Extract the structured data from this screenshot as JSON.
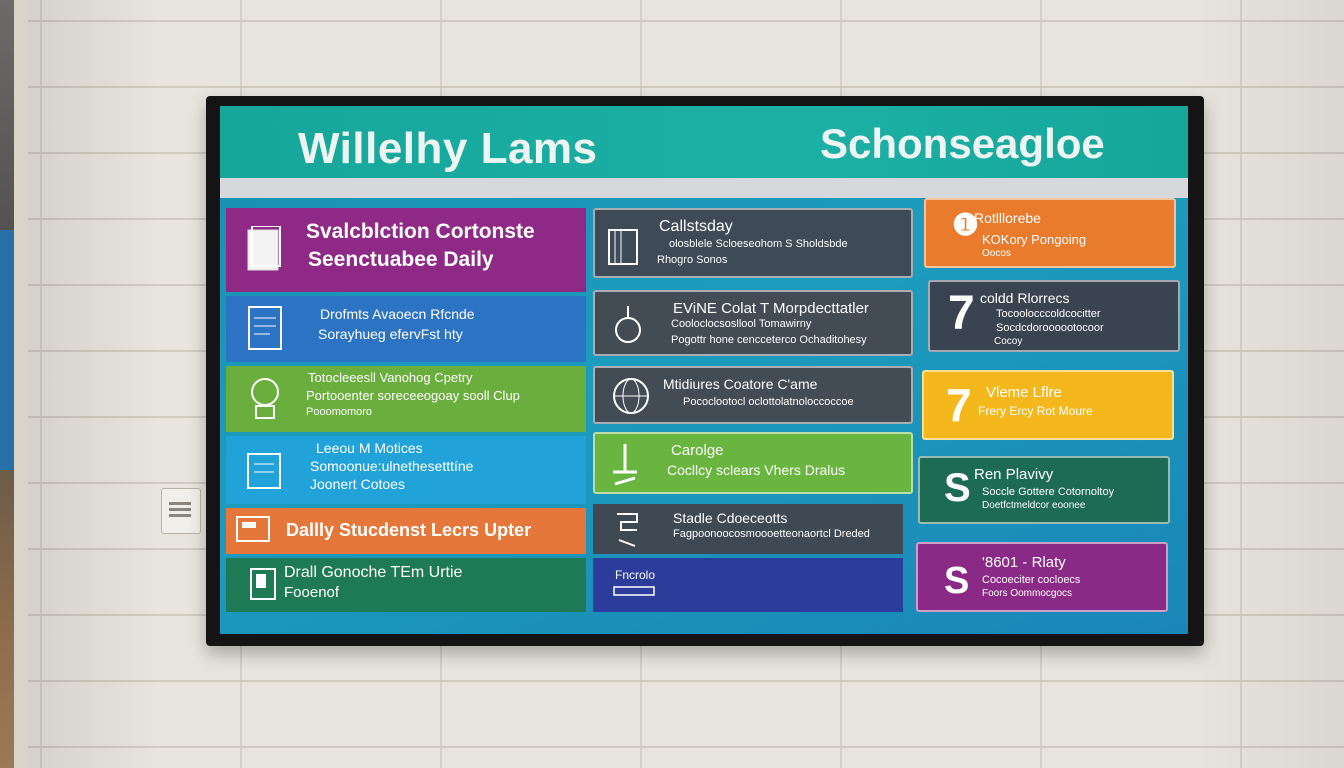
{
  "header": {
    "left_title": "Willelhy Lams",
    "right_title": "Schonseagloe"
  },
  "left_tiles": [
    {
      "line1": "Svalcblction Cortonste",
      "line2": "Seenctuabee Daily",
      "color": "#8e2a86"
    },
    {
      "line1": "Drofmts Avaoecn Rfcnde",
      "line2": "Sorayhueg efervFst hty",
      "color": "#2c73c4"
    },
    {
      "line1": "Totocleeesll Vanohog Cpetry",
      "line2": "Portooenter soreceeogoay sooll Clup",
      "line3": "Pooomomoro",
      "color": "#6aaf3d"
    },
    {
      "line1": "Leeou M Motices",
      "line2": "Somoonue:ulnethesetttíne",
      "line3": "Joonert Cotoes",
      "color": "#21a3d9"
    },
    {
      "line1": "Dallly Stucdenst Lecrs Upter",
      "color": "#e5773a"
    },
    {
      "line1": "Drall Gonoche TEm Urtie",
      "line2": "Fooenof",
      "color": "#1d7a55"
    }
  ],
  "mid_tiles": [
    {
      "line1": "Callstsday",
      "line2": "olosblele Scloeseohom S Sholdsbde",
      "line3": "Rhogro Sonos",
      "color": "#3e4a55"
    },
    {
      "line1": "EViNE Colat T Morpdecttatler",
      "line2": "Cooloclocsosllool Tomawirny",
      "line3": "Pogottr hone cencceterco Ochaditohesy",
      "color": "#434b55"
    },
    {
      "line1": "Mtidiures Coatore C'ame",
      "line2": "Pococlootocl oclottolatnoloccoccoe",
      "color": "#434b55"
    },
    {
      "line1": "Carolge",
      "line2": "Cocllcy sclears Vhers Dralus",
      "color": "#6ab53f"
    },
    {
      "line1": "Stadle Cdoeceotts",
      "line2": "Fagpoonoocosmoooetteonaortcl Dreded",
      "color": "#3f4953"
    },
    {
      "line1": "Fncrolo",
      "color": "#2b3c9a"
    }
  ],
  "right_tiles": [
    {
      "num": "❶",
      "line1": "Rotlllorebe",
      "line2": "KOKory Pongoing",
      "line3": "Oocos",
      "color": "#ea7a2c"
    },
    {
      "num": "7",
      "line1": "coldd Rlorrecs",
      "line2": "Tocoolocccoldcocitter",
      "line3": "Socdcdoroooootocoor",
      "line4": "Cocoy",
      "color": "#3a4450"
    },
    {
      "num": "7",
      "line1": "Vleme Lflre",
      "line2": "Frery Ercy Rot Moure",
      "color": "#f5b81c"
    },
    {
      "num": "S",
      "line1": "Ren Plavivy",
      "line2": "Soccle Gottere Cotornoltoy",
      "line3": "Doetfctmeldcor eoonee",
      "color": "#1c6b52"
    },
    {
      "num": "S",
      "line1": "'8601 - Rlaty",
      "line2": "Cocoeciter cocloecs",
      "line3": "Foors Oommocgocs",
      "color": "#8b2a86"
    }
  ]
}
